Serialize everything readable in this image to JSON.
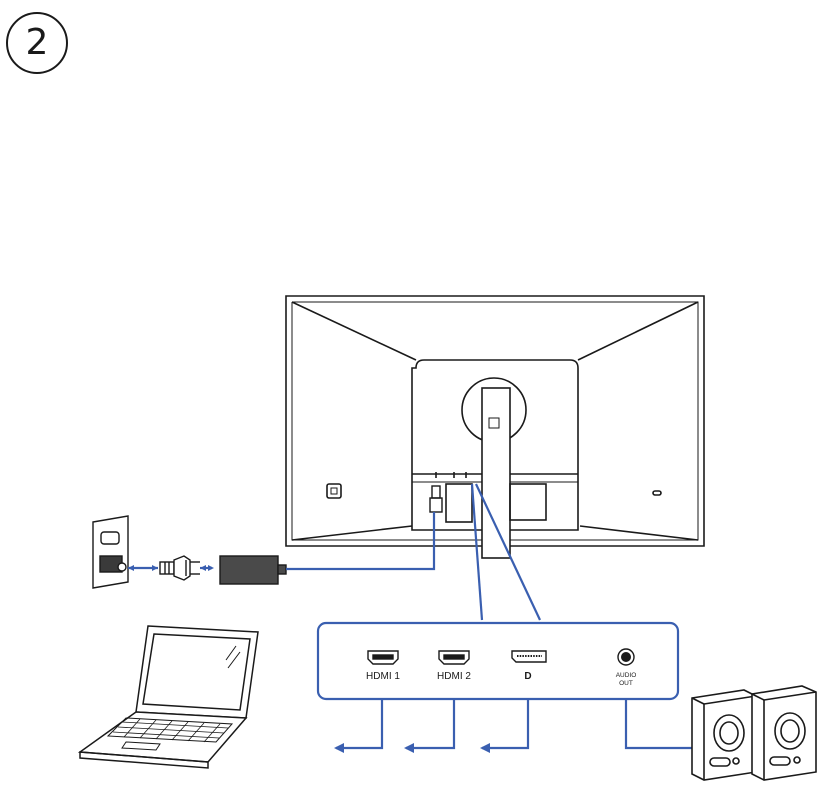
{
  "step": {
    "number": "2"
  },
  "ports": {
    "hdmi1": "HDMI 1",
    "hdmi2": "HDMI 2",
    "dp": "D",
    "audio_line1": "AUDIO",
    "audio_line2": "OUT"
  },
  "colors": {
    "line": "#1a1a1a",
    "cable": "#3a5fb0",
    "panel_border": "#3a5fb0",
    "adapter_fill": "#4a4a4a"
  }
}
